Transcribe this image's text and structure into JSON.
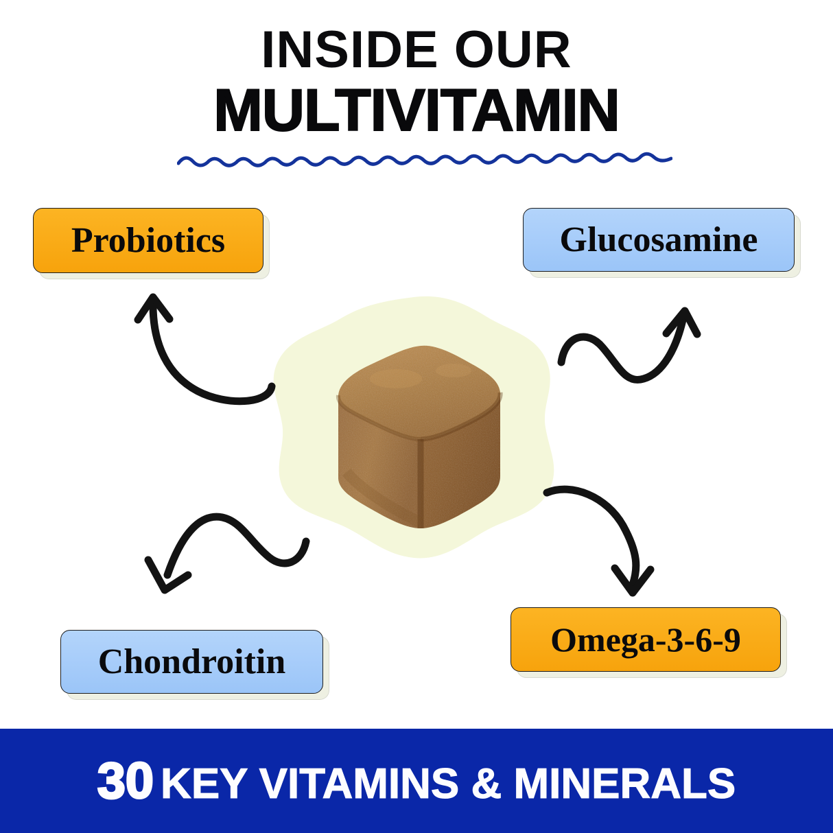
{
  "header": {
    "line1": "INSIDE OUR",
    "line2": "MULTIVITAMIN",
    "underline_icon": "wavy-underline-icon",
    "underline_color": "#14339B"
  },
  "product": {
    "image_name": "gummy-cube-image",
    "halo_color": "#F4F7DA",
    "cube_top_color": "#AD7C43",
    "cube_left_color": "#9A6938",
    "cube_right_color": "#8A5929"
  },
  "ingredients": [
    {
      "label": "Probiotics",
      "color": "#F9A813",
      "style": "amber",
      "position": "top-left"
    },
    {
      "label": "Glucosamine",
      "color": "#A5CBFA",
      "style": "sky",
      "position": "top-right"
    },
    {
      "label": "Chondroitin",
      "color": "#A5CBFA",
      "style": "sky",
      "position": "bottom-left"
    },
    {
      "label": "Omega-3-6-9",
      "color": "#F9A813",
      "style": "amber",
      "position": "bottom-right"
    }
  ],
  "arrows": [
    {
      "name": "arrow-to-probiotics",
      "direction": "up-left",
      "style": "curved-arc"
    },
    {
      "name": "arrow-to-glucosamine",
      "direction": "up-right",
      "style": "wavy-s-curve"
    },
    {
      "name": "arrow-to-chondroitin",
      "direction": "down-left",
      "style": "wavy-s-curve"
    },
    {
      "name": "arrow-to-omega",
      "direction": "down-right",
      "style": "curved-arc"
    }
  ],
  "banner": {
    "number": "30",
    "text": "KEY VITAMINS & MINERALS",
    "background_color": "#0A27A8",
    "text_color": "#FDFDFF"
  }
}
